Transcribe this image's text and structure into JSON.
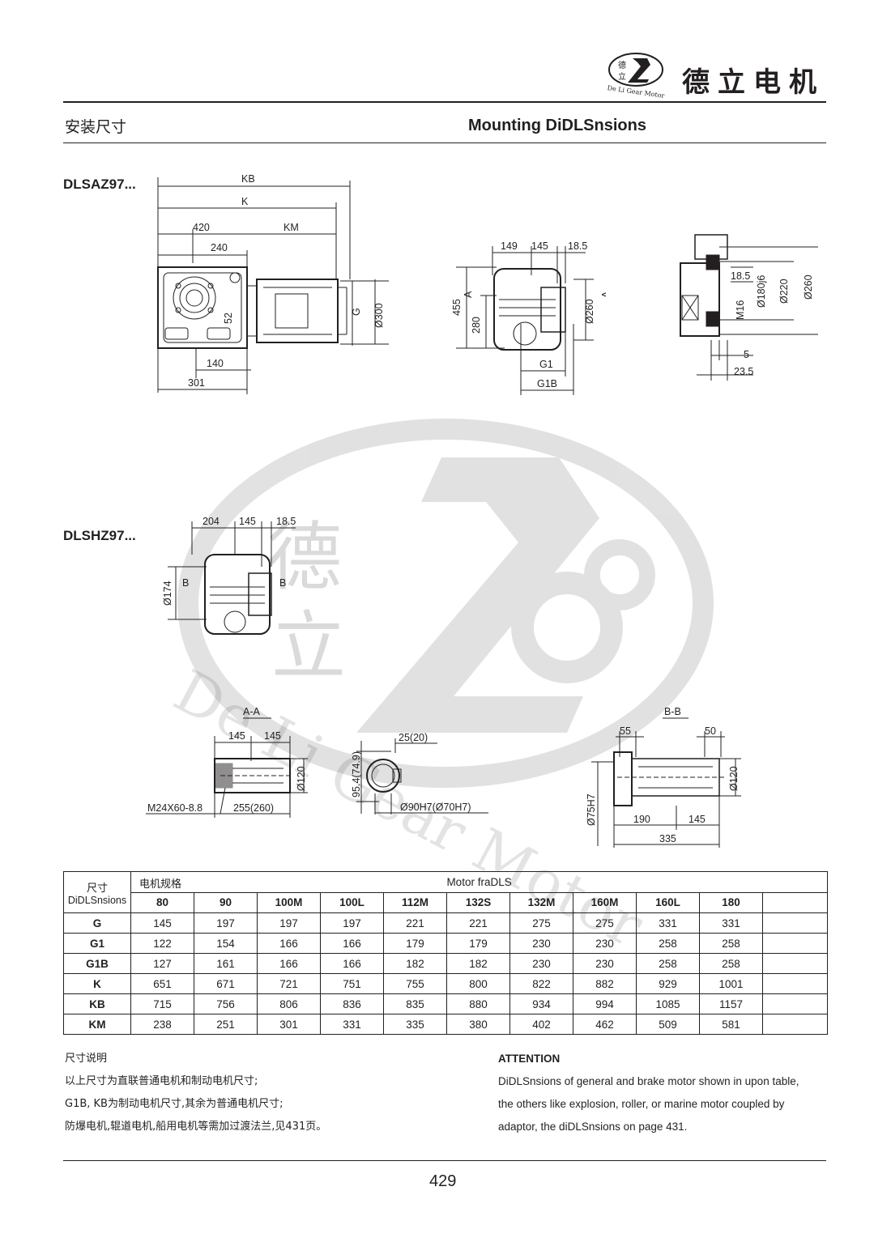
{
  "header": {
    "brand_name": "德立电机",
    "logo_text": "De Li Gear Motor",
    "title_cn": "安装尺寸",
    "title_en": "Mounting DiDLSnsions"
  },
  "drawing1": {
    "model": "DLSAZ97...",
    "dims": [
      "KB",
      "K",
      "420",
      "KM",
      "240",
      "52",
      "140",
      "301",
      "G",
      "Ø300",
      "149",
      "145",
      "18.5",
      "455",
      "280",
      "A",
      "A",
      "Ø260",
      "G1",
      "G1B",
      "18.5",
      "Ø180j6",
      "Ø220",
      "Ø260",
      "M16",
      "5",
      "23.5"
    ]
  },
  "drawing2": {
    "model": "DLSHZ97...",
    "dims": [
      "204",
      "145",
      "18.5",
      "Ø174",
      "B",
      "B"
    ]
  },
  "sections": {
    "aa_label": "A-A",
    "aa_dims": [
      "145",
      "145",
      "Ø120",
      "M24X60-8.8",
      "255(260)"
    ],
    "mid_dims": [
      "25(20)",
      "95.4(74.9)",
      "Ø90H7(Ø70H7)"
    ],
    "bb_label": "B-B",
    "bb_dims": [
      "55",
      "50",
      "Ø120",
      "Ø75H7",
      "190",
      "145",
      "335"
    ]
  },
  "watermark": {
    "text": "De Li Gear Motor",
    "chars": [
      "德",
      "立"
    ]
  },
  "table": {
    "corner_top": "尺寸",
    "corner_bottom": "DiDLSnsions",
    "spec_label": "电机规格",
    "motor_label": "Motor fraDLS",
    "columns": [
      "80",
      "90",
      "100M",
      "100L",
      "112M",
      "132S",
      "132M",
      "160M",
      "160L",
      "180"
    ],
    "rows": [
      {
        "label": "G",
        "values": [
          "145",
          "197",
          "197",
          "197",
          "221",
          "221",
          "275",
          "275",
          "331",
          "331"
        ]
      },
      {
        "label": "G1",
        "values": [
          "122",
          "154",
          "166",
          "166",
          "179",
          "179",
          "230",
          "230",
          "258",
          "258"
        ]
      },
      {
        "label": "G1B",
        "values": [
          "127",
          "161",
          "166",
          "166",
          "182",
          "182",
          "230",
          "230",
          "258",
          "258"
        ]
      },
      {
        "label": "K",
        "values": [
          "651",
          "671",
          "721",
          "751",
          "755",
          "800",
          "822",
          "882",
          "929",
          "1001"
        ]
      },
      {
        "label": "KB",
        "values": [
          "715",
          "756",
          "806",
          "836",
          "835",
          "880",
          "934",
          "994",
          "1085",
          "1157"
        ]
      },
      {
        "label": "KM",
        "values": [
          "238",
          "251",
          "301",
          "331",
          "335",
          "380",
          "402",
          "462",
          "509",
          "581"
        ]
      }
    ]
  },
  "notes_cn": {
    "title": "尺寸说明",
    "lines": [
      "以上尺寸为直联普通电机和制动电机尺寸;",
      "G1B, KB为制动电机尺寸,其余为普通电机尺寸;",
      "防爆电机,辊道电机,船用电机等需加过渡法兰,见431页。"
    ]
  },
  "notes_en": {
    "title": "ATTENTION",
    "lines": [
      "DiDLSnsions of general and brake motor shown in upon table,",
      "the others like explosion, roller, or marine motor coupled by",
      "adaptor, the diDLSnsions on page 431."
    ]
  },
  "page_number": "429"
}
